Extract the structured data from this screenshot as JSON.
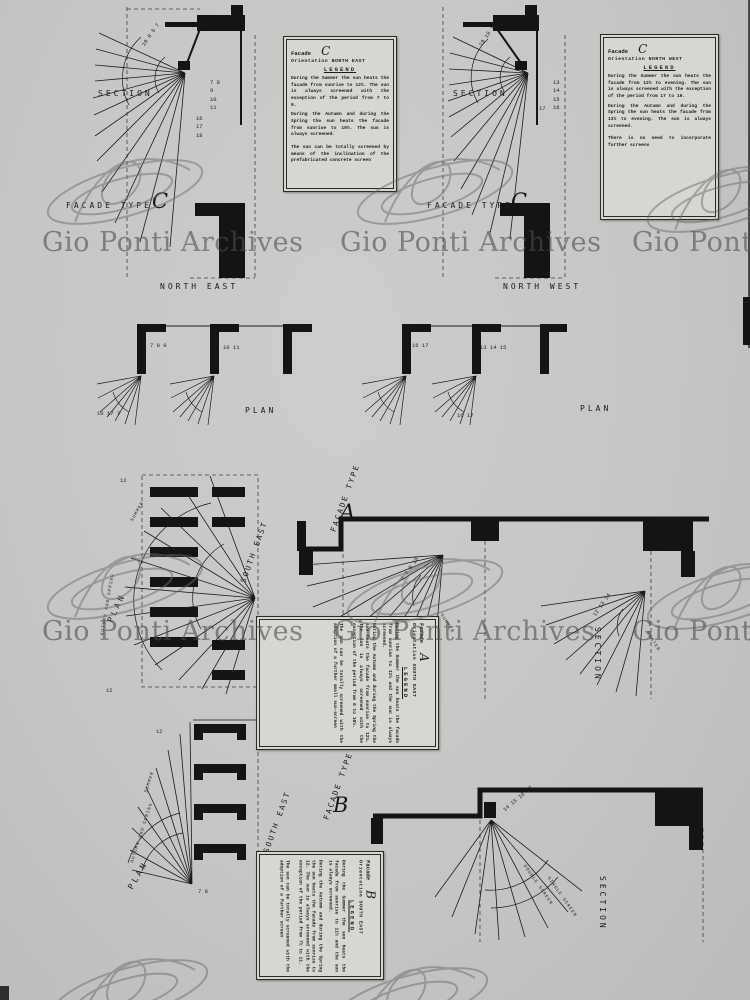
{
  "watermark": {
    "text": "Gio Ponti Archives"
  },
  "facade_c_ne": {
    "section_title": "SECTION",
    "facade_type_label": "FACADE TYPE",
    "letter": "C",
    "orientation": "NORTH EAST",
    "nums_arc": "10 9 8 7",
    "nums_side": "7 8 9 10 11",
    "nums_inner": "16 17 18"
  },
  "facade_c_nw": {
    "section_title": "SECTION",
    "facade_type_label": "FACADE TYPE",
    "letter": "C",
    "orientation": "NORTH WEST",
    "nums_arc": "19 18 17",
    "nums_side": "13 14 15 16",
    "nums_inner": "17"
  },
  "legend_c_ne": {
    "facade_label": "Facade",
    "letter": "C",
    "orientation_label": "Orientation",
    "orientation": "NORTH EAST",
    "title": "LEGEND",
    "p1": "During the Summer the sun heats the facade from sunrise to 12½. The sun is always screened with the exception of the period from 7 to 9.",
    "p2": "During the Autumn and during the Spring the sun heats the facade from sunrise to 10½. The sun is always screened.",
    "footer": "The sun can be totally screened by means of the inclination of the prefabricated concrete screen"
  },
  "legend_c_nw": {
    "facade_label": "Facade",
    "letter": "C",
    "orientation_label": "Orientation",
    "orientation": "NORTH WEST",
    "title": "LEGEND",
    "p1": "During the Summer the sun heats the facade from 12½ to evening. The sun is always screened with the exception of the period from 17 to 19.",
    "p2": "During the Autumn and during the Spring the sun heats the facade from 13½ to evening. The sun is always screened.",
    "footer": "There is no need to incorporate further screens"
  },
  "plan_c_ne": {
    "title": "PLAN",
    "nums_top": "7 8 9",
    "nums_mid": "10 11",
    "nums_low": "10 17 7"
  },
  "plan_c_nw": {
    "title": "PLAN",
    "nums_top": "16 17",
    "nums_mid": "13 14 15",
    "nums_low": "16 17"
  },
  "facade_a": {
    "plan_title": "PLAN",
    "section_title": "SECTION",
    "facade_type_label": "FACADE TYPE",
    "letter": "A",
    "orientation": "SOUTH EAST",
    "arc_label_1": "SUMMER",
    "arc_label_2": "AUTUMN AND SPRING",
    "num_top": "12",
    "num_bottom": "12",
    "section_label_1": "SUMMER",
    "section_label_2": "WINTER",
    "section_nums_1": "7 8 9 10",
    "section_nums_2": "12 13 14"
  },
  "legend_a_se": {
    "facade_label": "Facade",
    "letter": "A",
    "orientation_label": "Orientation",
    "orientation": "SOUTH EAST",
    "title": "LEGEND",
    "p1": "During the Summer the sun heats the facade from sunrise to 11½ and the sun is always screened.",
    "p2": "During the Autumn and during the Spring the sun heats the facade from sunrise to 12½. The sun is always screened with the exception of the period from 8 to 10½.",
    "footer": "The sun can be totally screened with the adoption of a further small sun-screen"
  },
  "facade_b": {
    "plan_title": "PLAN",
    "section_title": "SECTION",
    "facade_type_label": "FACADE TYPE",
    "letter": "B",
    "orientation": "SOUTH EAST",
    "arc_label_1": "SUMMER",
    "arc_label_2": "AUTUMN AND SPRING",
    "num_top": "12",
    "nums_origin": "7 8",
    "section_label_1": "DOUBLE SCREEN",
    "section_label_2": "SINGLE SCREEN",
    "section_nums": "14 15 16 17"
  },
  "legend_b_se": {
    "facade_label": "Facade",
    "letter": "B",
    "orientation_label": "Orientation",
    "orientation": "SOUTH EAST",
    "title": "LEGEND",
    "p1": "During the Summer the sun heats the facade from sunrise to 11½ and the sun is always screened.",
    "p2": "During the Autumn and during the Spring the sun heats the facade from sunrise to 12. The sun is always screened with the exception of the period from 7½ to 11.",
    "footer": "The sun can be totally screened with the adoption of a further screen"
  }
}
